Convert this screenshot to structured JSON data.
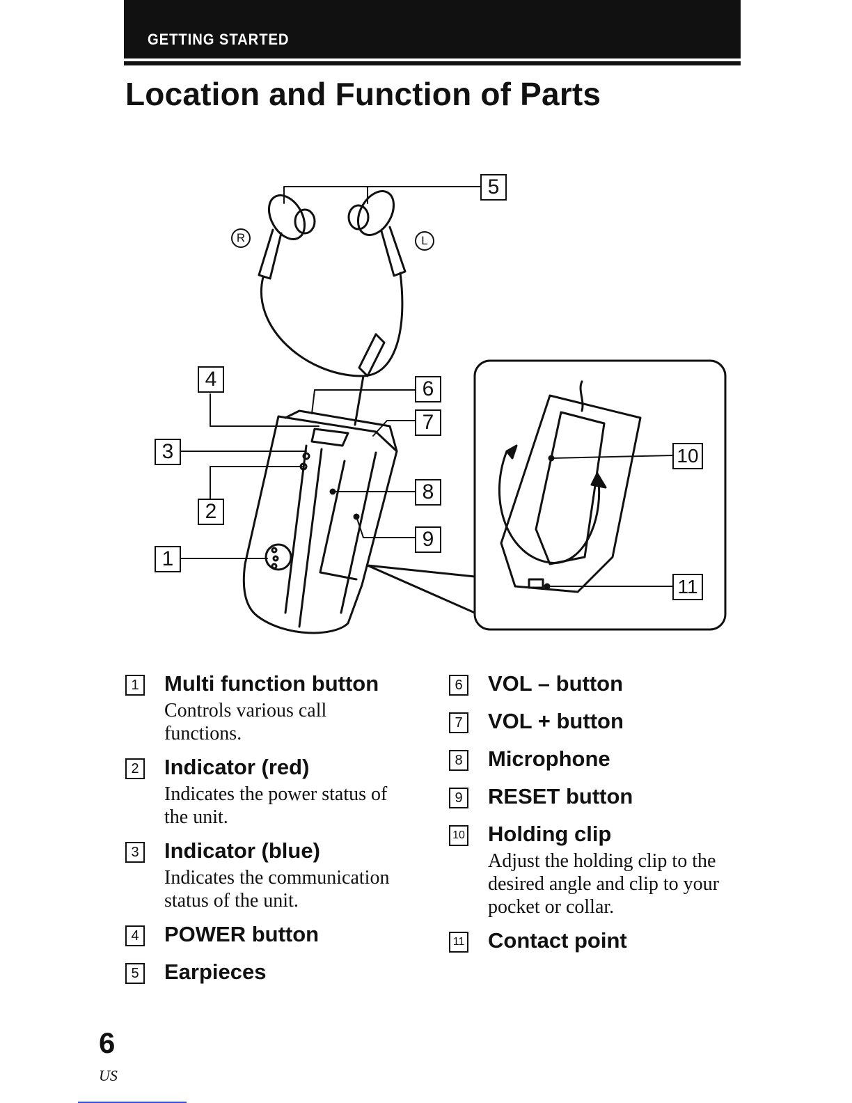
{
  "header": {
    "section": "GETTING STARTED",
    "title": "Location and Function of Parts"
  },
  "diagram": {
    "side_labels": {
      "right": "R",
      "left": "L"
    },
    "callouts": [
      "1",
      "2",
      "3",
      "4",
      "5",
      "6",
      "7",
      "8",
      "9",
      "10",
      "11"
    ]
  },
  "parts": [
    {
      "num": "1",
      "name": "Multi function button",
      "desc": "Controls various call functions."
    },
    {
      "num": "2",
      "name": "Indicator (red)",
      "desc": "Indicates the power status of the unit."
    },
    {
      "num": "3",
      "name": "Indicator (blue)",
      "desc": "Indicates the communication status of the unit."
    },
    {
      "num": "4",
      "name": "POWER button",
      "desc": ""
    },
    {
      "num": "5",
      "name": "Earpieces",
      "desc": ""
    },
    {
      "num": "6",
      "name": "VOL – button",
      "desc": ""
    },
    {
      "num": "7",
      "name": "VOL + button",
      "desc": ""
    },
    {
      "num": "8",
      "name": "Microphone",
      "desc": ""
    },
    {
      "num": "9",
      "name": "RESET button",
      "desc": ""
    },
    {
      "num": "10",
      "name": "Holding clip",
      "desc": "Adjust the holding clip to the desired angle and clip to your pocket or collar."
    },
    {
      "num": "11",
      "name": "Contact point",
      "desc": ""
    }
  ],
  "footer": {
    "page_number": "6",
    "locale": "US"
  }
}
